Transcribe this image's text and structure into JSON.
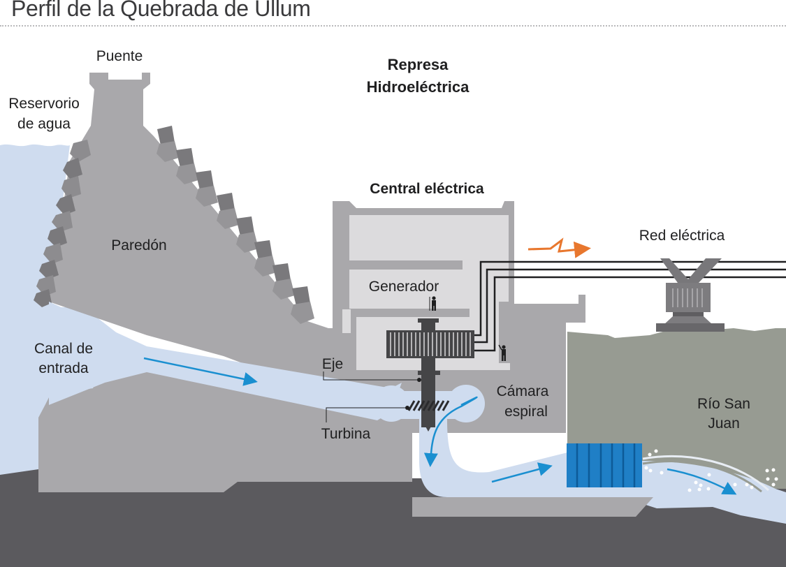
{
  "title": "Perfil de la Quebrada de Ullum",
  "diagram": {
    "heading": [
      "Represa",
      "Hidroeléctrica"
    ],
    "labels": {
      "bridge": "Puente",
      "reservoir": [
        "Reservorio",
        "de agua"
      ],
      "dam_wall": "Paredón",
      "intake_channel": [
        "Canal de",
        "entrada"
      ],
      "powerhouse": "Central eléctrica",
      "generator": "Generador",
      "shaft": "Eje",
      "turbine": "Turbina",
      "spiral_chamber": [
        "Cámara",
        "espiral"
      ],
      "power_grid": "Red eléctrica",
      "river": [
        "Río San",
        "Juan"
      ]
    },
    "icons": {
      "electricity": "lightning-bolt-arrow",
      "water_flow": "blue-flow-arrow",
      "person": "worker-silhouette",
      "transformer": "transmission-tower"
    },
    "colors": {
      "water": "#cfdcef",
      "concrete": "#a9a8ab",
      "concrete_dark": "#8d8c8f",
      "interior": "#dcdbdd",
      "ground": "#5b5a5e",
      "riverbank": "#979b92",
      "flow_arrow": "#1a8fd0",
      "electric_arrow": "#e8772e",
      "gate": "#1f7fc6",
      "machinery": "#454547",
      "text": "#1f1f20"
    }
  }
}
